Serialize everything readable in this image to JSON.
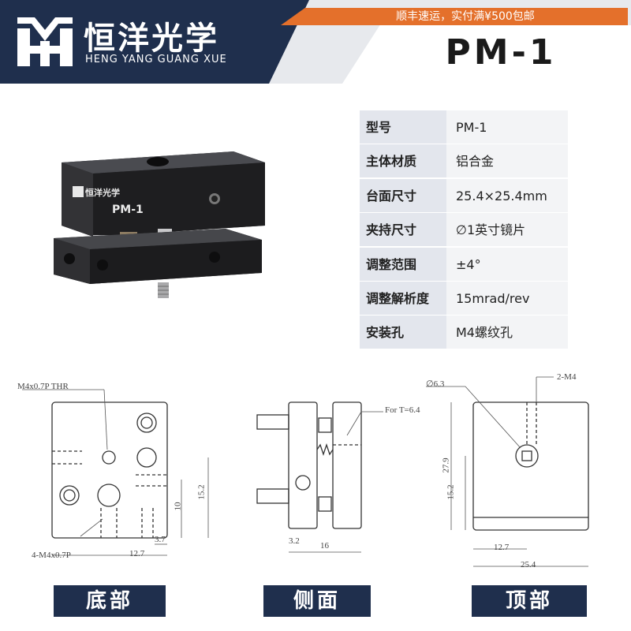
{
  "header": {
    "brand_cn": "恒洋光学",
    "brand_en": "HENG YANG GUANG XUE",
    "promo": "顺丰速运，实付满¥500包邮",
    "model": "PM-1"
  },
  "specs": [
    {
      "key": "型号",
      "value": "PM-1"
    },
    {
      "key": "主体材质",
      "value": "铝合金"
    },
    {
      "key": "台面尺寸",
      "value": "25.4×25.4mm"
    },
    {
      "key": "夹持尺寸",
      "value": "∅1英寸镜片"
    },
    {
      "key": "调整范围",
      "value": "±4°"
    },
    {
      "key": "调整解析度",
      "value": "15mrad/rev"
    },
    {
      "key": "安装孔",
      "value": "M4螺纹孔"
    }
  ],
  "photo": {
    "label_brand": "恒洋光学",
    "label_model": "PM-1"
  },
  "drawings": {
    "bottom": {
      "callout_thr": "M4x0.7P THR",
      "callout_holes": "4-M4x0.7P",
      "dim_3_7": "3.7",
      "dim_12_7": "12.7",
      "dim_10": "10",
      "dim_15_2": "15.2"
    },
    "side": {
      "callout_t": "For T=6.4",
      "dim_3_2": "3.2",
      "dim_16": "16"
    },
    "top": {
      "callout_d": "∅6.3",
      "callout_m": "2-M4",
      "dim_27_9": "27.9",
      "dim_15_2": "15.2",
      "dim_12_7": "12.7",
      "dim_25_4": "25.4"
    }
  },
  "buttons": {
    "bottom": "底部",
    "side": "侧面",
    "top": "顶部"
  }
}
